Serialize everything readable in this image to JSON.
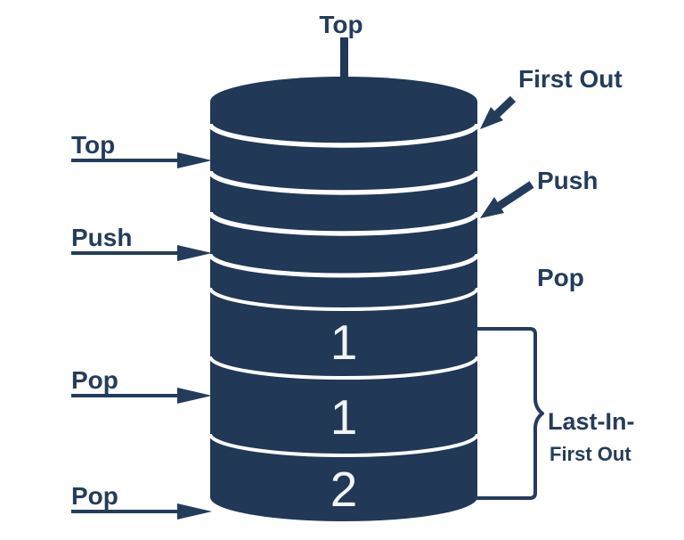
{
  "diagram": {
    "type": "stack-lifo-cylinder-diagram",
    "colors": {
      "navy": "#213856",
      "accent": "#243c5c",
      "background": "#ffffff",
      "separator": "#ffffff",
      "digit": "#f2f5f8"
    },
    "top_pointer_label": "Top",
    "left_annotations": [
      {
        "label": "Top"
      },
      {
        "label": "Push"
      },
      {
        "label": "Pop"
      },
      {
        "label": "Pop"
      }
    ],
    "right_annotations": {
      "first_out": "First Out",
      "push": "Push",
      "pop": "Pop"
    },
    "stack_cells": [
      "1",
      "1",
      "2"
    ],
    "bracket_label": {
      "line1": "Last-In-",
      "line2": "First Out"
    }
  }
}
